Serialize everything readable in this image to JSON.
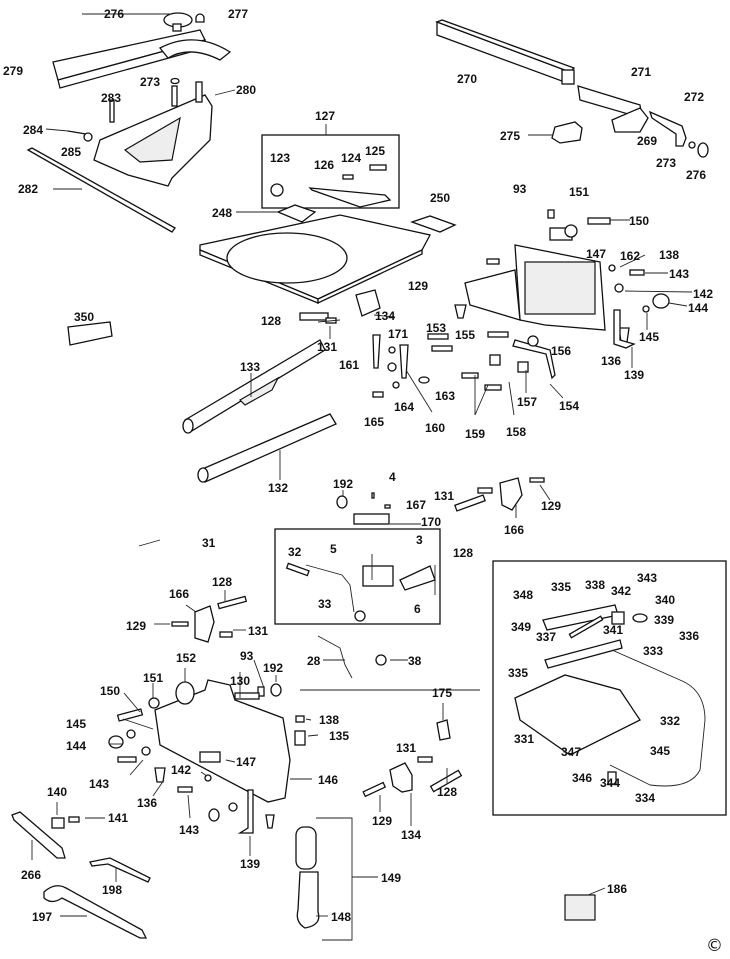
{
  "title": "Table saw exploded parts diagram",
  "copyright_symbol": "©",
  "labels": [
    {
      "id": "276a",
      "text": "276"
    },
    {
      "id": "277",
      "text": "277"
    },
    {
      "id": "279",
      "text": "279"
    },
    {
      "id": "273a",
      "text": "273"
    },
    {
      "id": "280",
      "text": "280"
    },
    {
      "id": "283",
      "text": "283"
    },
    {
      "id": "284",
      "text": "284"
    },
    {
      "id": "285",
      "text": "285"
    },
    {
      "id": "282",
      "text": "282"
    },
    {
      "id": "270",
      "text": "270"
    },
    {
      "id": "271",
      "text": "271"
    },
    {
      "id": "272",
      "text": "272"
    },
    {
      "id": "275",
      "text": "275"
    },
    {
      "id": "269",
      "text": "269"
    },
    {
      "id": "273b",
      "text": "273"
    },
    {
      "id": "276b",
      "text": "276"
    },
    {
      "id": "127",
      "text": "127"
    },
    {
      "id": "123",
      "text": "123"
    },
    {
      "id": "126",
      "text": "126"
    },
    {
      "id": "124",
      "text": "124"
    },
    {
      "id": "125",
      "text": "125"
    },
    {
      "id": "248",
      "text": "248"
    },
    {
      "id": "250",
      "text": "250"
    },
    {
      "id": "93a",
      "text": "93"
    },
    {
      "id": "151a",
      "text": "151"
    },
    {
      "id": "150a",
      "text": "150"
    },
    {
      "id": "147a",
      "text": "147"
    },
    {
      "id": "162",
      "text": "162"
    },
    {
      "id": "138a",
      "text": "138"
    },
    {
      "id": "143a",
      "text": "143"
    },
    {
      "id": "142a",
      "text": "142"
    },
    {
      "id": "144a",
      "text": "144"
    },
    {
      "id": "145a",
      "text": "145"
    },
    {
      "id": "136a",
      "text": "136"
    },
    {
      "id": "139a",
      "text": "139"
    },
    {
      "id": "129a",
      "text": "129"
    },
    {
      "id": "134a",
      "text": "134"
    },
    {
      "id": "128a",
      "text": "128"
    },
    {
      "id": "131a",
      "text": "131"
    },
    {
      "id": "350",
      "text": "350"
    },
    {
      "id": "133",
      "text": "133"
    },
    {
      "id": "132",
      "text": "132"
    },
    {
      "id": "161",
      "text": "161"
    },
    {
      "id": "171",
      "text": "171"
    },
    {
      "id": "160",
      "text": "160"
    },
    {
      "id": "163",
      "text": "163"
    },
    {
      "id": "164",
      "text": "164"
    },
    {
      "id": "165",
      "text": "165"
    },
    {
      "id": "153",
      "text": "153"
    },
    {
      "id": "155",
      "text": "155"
    },
    {
      "id": "156",
      "text": "156"
    },
    {
      "id": "154",
      "text": "154"
    },
    {
      "id": "157",
      "text": "157"
    },
    {
      "id": "158",
      "text": "158"
    },
    {
      "id": "159",
      "text": "159"
    },
    {
      "id": "192a",
      "text": "192"
    },
    {
      "id": "4",
      "text": "4"
    },
    {
      "id": "167",
      "text": "167"
    },
    {
      "id": "131b",
      "text": "131"
    },
    {
      "id": "170",
      "text": "170"
    },
    {
      "id": "166a",
      "text": "166"
    },
    {
      "id": "129b",
      "text": "129"
    },
    {
      "id": "128b",
      "text": "128"
    },
    {
      "id": "31",
      "text": "31"
    },
    {
      "id": "32",
      "text": "32"
    },
    {
      "id": "5",
      "text": "5"
    },
    {
      "id": "3",
      "text": "3"
    },
    {
      "id": "33",
      "text": "33"
    },
    {
      "id": "6",
      "text": "6"
    },
    {
      "id": "166b",
      "text": "166"
    },
    {
      "id": "128c",
      "text": "128"
    },
    {
      "id": "129c",
      "text": "129"
    },
    {
      "id": "131c",
      "text": "131"
    },
    {
      "id": "28",
      "text": "28"
    },
    {
      "id": "38",
      "text": "38"
    },
    {
      "id": "152",
      "text": "152"
    },
    {
      "id": "93b",
      "text": "93"
    },
    {
      "id": "192b",
      "text": "192"
    },
    {
      "id": "130",
      "text": "130"
    },
    {
      "id": "175",
      "text": "175"
    },
    {
      "id": "150b",
      "text": "150"
    },
    {
      "id": "151b",
      "text": "151"
    },
    {
      "id": "145b",
      "text": "145"
    },
    {
      "id": "144b",
      "text": "144"
    },
    {
      "id": "143b",
      "text": "143"
    },
    {
      "id": "138b",
      "text": "138"
    },
    {
      "id": "135",
      "text": "135"
    },
    {
      "id": "142b",
      "text": "142"
    },
    {
      "id": "147b",
      "text": "147"
    },
    {
      "id": "146",
      "text": "146"
    },
    {
      "id": "136b",
      "text": "136"
    },
    {
      "id": "143c",
      "text": "143"
    },
    {
      "id": "131d",
      "text": "131"
    },
    {
      "id": "128d",
      "text": "128"
    },
    {
      "id": "129d",
      "text": "129"
    },
    {
      "id": "134b",
      "text": "134"
    },
    {
      "id": "139b",
      "text": "139"
    },
    {
      "id": "140",
      "text": "140"
    },
    {
      "id": "141",
      "text": "141"
    },
    {
      "id": "266",
      "text": "266"
    },
    {
      "id": "198",
      "text": "198"
    },
    {
      "id": "197",
      "text": "197"
    },
    {
      "id": "149",
      "text": "149"
    },
    {
      "id": "148",
      "text": "148"
    },
    {
      "id": "186",
      "text": "186"
    },
    {
      "id": "348",
      "text": "348"
    },
    {
      "id": "335a",
      "text": "335"
    },
    {
      "id": "338",
      "text": "338"
    },
    {
      "id": "342",
      "text": "342"
    },
    {
      "id": "343",
      "text": "343"
    },
    {
      "id": "340",
      "text": "340"
    },
    {
      "id": "349",
      "text": "349"
    },
    {
      "id": "337",
      "text": "337"
    },
    {
      "id": "341",
      "text": "341"
    },
    {
      "id": "339",
      "text": "339"
    },
    {
      "id": "336",
      "text": "336"
    },
    {
      "id": "333",
      "text": "333"
    },
    {
      "id": "335b",
      "text": "335"
    },
    {
      "id": "332",
      "text": "332"
    },
    {
      "id": "331",
      "text": "331"
    },
    {
      "id": "347",
      "text": "347"
    },
    {
      "id": "345",
      "text": "345"
    },
    {
      "id": "346",
      "text": "346"
    },
    {
      "id": "344",
      "text": "344"
    },
    {
      "id": "334",
      "text": "334"
    }
  ]
}
